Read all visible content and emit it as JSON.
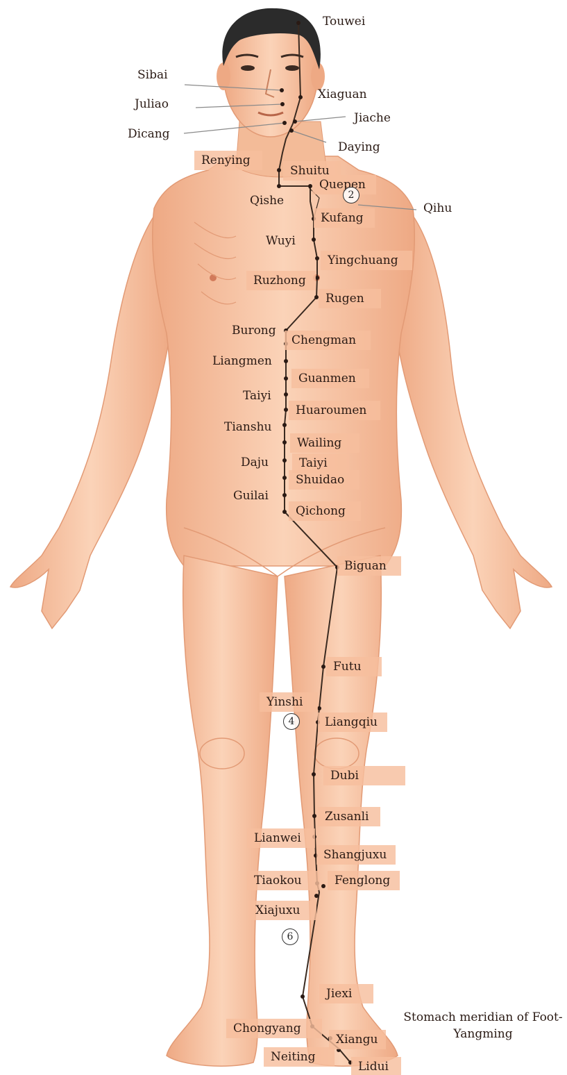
{
  "caption": {
    "line1": "Stomach meridian of Foot-",
    "line2": "Yangming"
  },
  "colors": {
    "skin": "#f6c6a6",
    "skin_shadow": "#e8a07a",
    "hair": "#2b2b2b",
    "meridian": "#3a2a20",
    "label_bg": "#f7be9e"
  },
  "markers": [
    "2",
    "4",
    "6"
  ],
  "points": [
    "Touwei",
    "Sibai",
    "Xiaguan",
    "Juliao",
    "Jiache",
    "Dicang",
    "Daying",
    "Renying",
    "Shuitu",
    "Quepen",
    "Qishe",
    "Qihu",
    "Kufang",
    "Wuyi",
    "Yingchuang",
    "Ruzhong",
    "Rugen",
    "Burong",
    "Chengman",
    "Liangmen",
    "Guanmen",
    "Taiyi",
    "Huaroumen",
    "Tianshu",
    "Wailing",
    "Daju",
    "Taiyi",
    "Shuidao",
    "Guilai",
    "Qichong",
    "Biguan",
    "Futu",
    "Yinshi",
    "Liangqiu",
    "Dubi",
    "Zusanli",
    "Lianwei",
    "Shangjuxu",
    "Tiaokou",
    "Fenglong",
    "Xiajuxu",
    "Jiexi",
    "Chongyang",
    "Xiangu",
    "Neiting",
    "Lidui"
  ]
}
